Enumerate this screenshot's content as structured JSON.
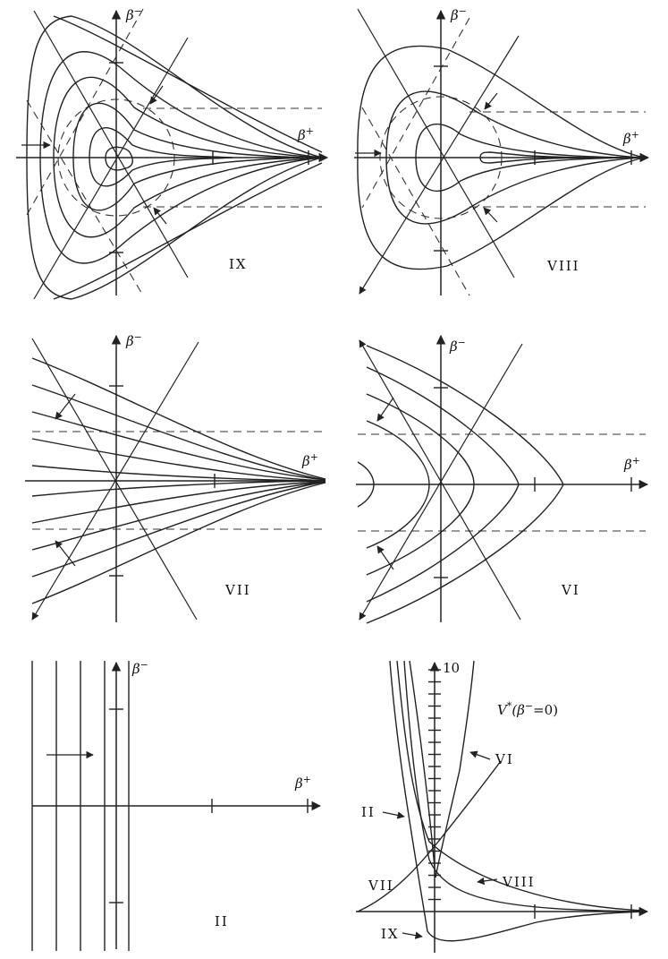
{
  "panels": {
    "ix": {
      "roman": "IX",
      "axis_h": "β",
      "axis_h_sup": "+",
      "axis_v": "β",
      "axis_v_sup": "−"
    },
    "viii": {
      "roman": "VIII",
      "axis_h": "β",
      "axis_h_sup": "+",
      "axis_v": "β",
      "axis_v_sup": "−"
    },
    "vii": {
      "roman": "VII",
      "axis_h": "β",
      "axis_h_sup": "+",
      "axis_v": "β",
      "axis_v_sup": "−"
    },
    "vi": {
      "roman": "VI",
      "axis_h": "β",
      "axis_h_sup": "+",
      "axis_v": "β",
      "axis_v_sup": "−"
    },
    "ii": {
      "roman": "II",
      "axis_h": "β",
      "axis_h_sup": "+",
      "axis_v": "β",
      "axis_v_sup": "−"
    },
    "potential": {
      "top_tick_label": "10",
      "title_main": "V",
      "title_star": "*",
      "title_arg_open": "(",
      "title_arg_beta": "β",
      "title_arg_sup": "−",
      "title_arg_close": "=0)",
      "labels": {
        "vi": "VI",
        "ii": "II",
        "viii": "VIII",
        "vii": "VII",
        "ix": "IX"
      }
    }
  }
}
